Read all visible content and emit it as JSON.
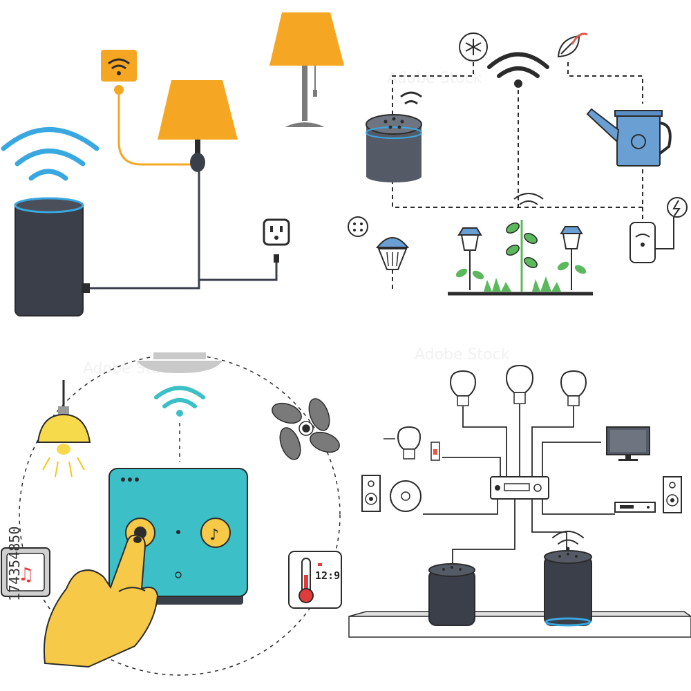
{
  "stock_id": "174354850",
  "thermostat_time": "12:9",
  "watermark_text": "Adobe Stock",
  "colors": {
    "outline": "#2b2b2b",
    "lamp_shade": "#f5a623",
    "wifi_blue": "#3aa8e0",
    "hub_teal": "#3cbfc6",
    "hand_yellow": "#f7c948",
    "plant_green": "#5cb85c",
    "watering_can": "#6a9fd4",
    "speaker_dark": "#3b3f4a",
    "speaker_ring": "#3aa8e0",
    "music_red": "#e23b3b"
  }
}
